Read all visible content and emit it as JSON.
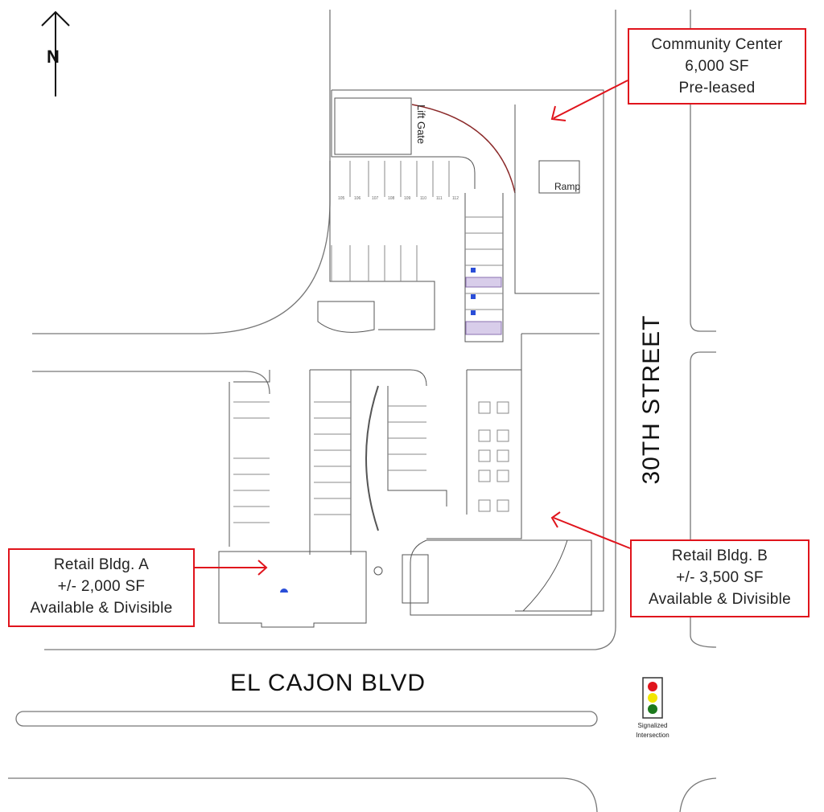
{
  "north_arrow": {
    "letter": "N"
  },
  "streets": {
    "horizontal": "EL CAJON BLVD",
    "vertical": "30TH STREET"
  },
  "callouts": [
    {
      "id": "community-center",
      "lines": [
        "Community Center",
        "6,000 SF",
        "Pre-leased"
      ]
    },
    {
      "id": "retail-b",
      "lines": [
        "Retail Bldg. B",
        "+/- 3,500 SF",
        "Available & Divisible"
      ]
    },
    {
      "id": "retail-a",
      "lines": [
        "Retail Bldg. A",
        "+/- 2,000 SF",
        "Available & Divisible"
      ]
    }
  ],
  "plan_labels": {
    "lift_gate": "Lift Gate",
    "ramp": "Ramp"
  },
  "parking_numbers": [
    "105",
    "106",
    "107",
    "108",
    "109",
    "110",
    "111",
    "112"
  ],
  "traffic_signal": {
    "label_lines": [
      "Signalized",
      "Intersection"
    ],
    "colors": {
      "red": "#e0141c",
      "yellow": "#f2e600",
      "green": "#1d7a1d"
    }
  },
  "accent_color": "#e0141c"
}
